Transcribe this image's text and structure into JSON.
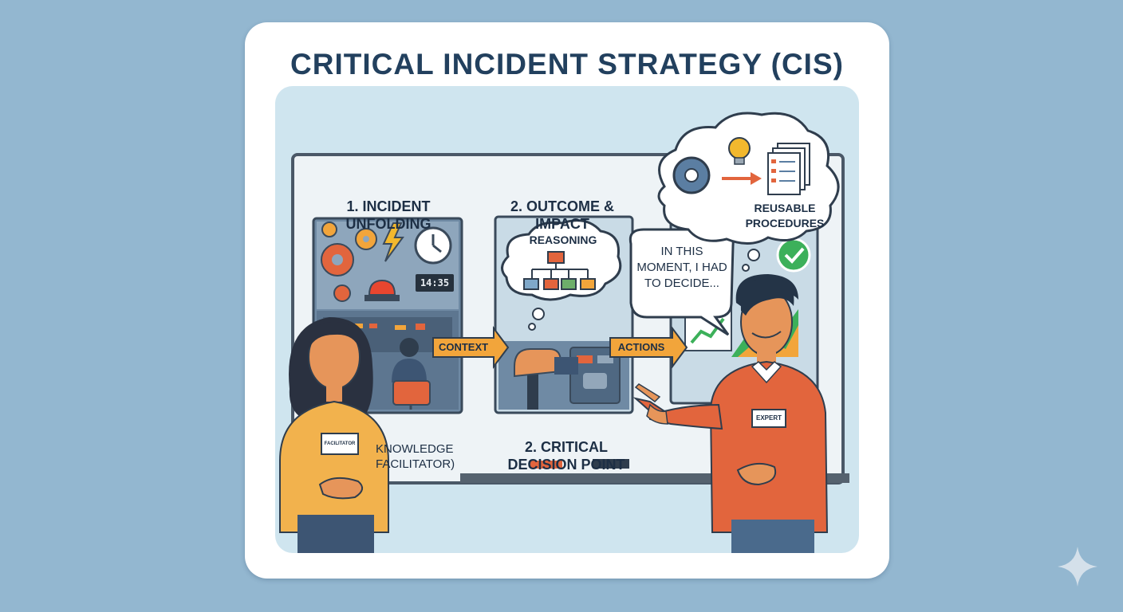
{
  "title": "CRITICAL INCIDENT STRATEGY (CIS)",
  "panels": {
    "incident": "1. INCIDENT UNFOLDING",
    "outcome": "2. OUTCOME & IMPACT",
    "decision": "2. CRITICAL DECISION POINT",
    "knowledge": "KNOWLEDGE FACILITATOR)"
  },
  "bubbles": {
    "reasoning": "REASONING",
    "speech": [
      "IN THIS",
      "MOMENT, I HAD",
      "TO DECIDE..."
    ],
    "procedures": [
      "REUSABLE",
      "PROCEDURES"
    ]
  },
  "arrows": {
    "context": "CONTEXT",
    "actions": "ACTIONS"
  },
  "clock_display": "14:35",
  "badges": {
    "expert": "EXPERT",
    "facilitator": "FACILITATOR"
  },
  "colors": {
    "background": "#93b7d0",
    "title": "#22405e",
    "arrow": "#f2a53b",
    "expert_shirt": "#e2653d",
    "facilitator_shirt": "#f2b24d",
    "check": "#3cb05a"
  }
}
